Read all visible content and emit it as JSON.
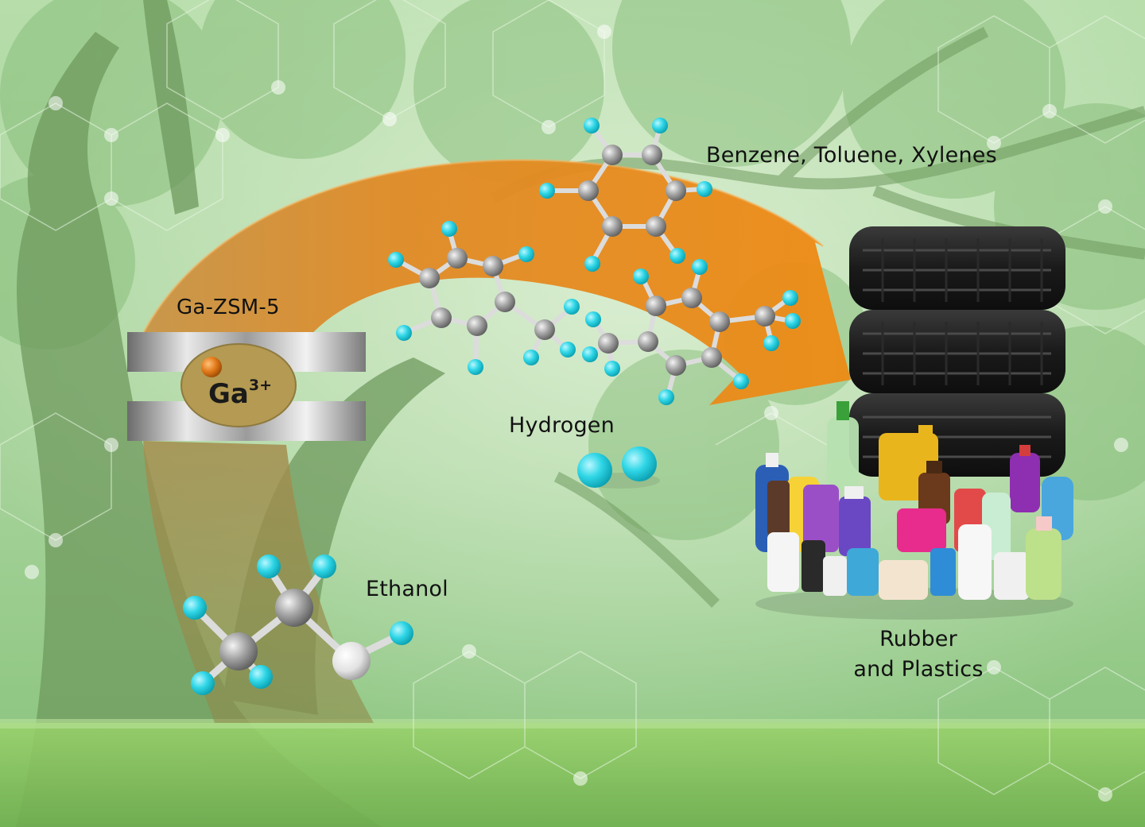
{
  "labels": {
    "aromatics": "Benzene, Toluene, Xylenes",
    "catalyst": "Ga-ZSM-5",
    "ion_symbol": "Ga",
    "ion_charge": "3+",
    "hydrogen": "Hydrogen",
    "ethanol": "Ethanol",
    "products_line1": "Rubber",
    "products_line2": "and Plastics"
  },
  "colors": {
    "background_light": "#c4e3b6",
    "background_dark": "#7fb873",
    "arrow_orange": "#ea8c1c",
    "arrow_olive": "#9b8747",
    "hydrogen_atom": "#2fd6e6",
    "carbon_atom": "#9a9a9a",
    "oxygen_atom": "#e8e8e8",
    "gallium_atom": "#e07818"
  },
  "icons": {
    "scene_background": "forest-tree-background",
    "catalyst": "zeolite-pore-icon",
    "products": "tires-and-plastic-bottles-icon"
  }
}
